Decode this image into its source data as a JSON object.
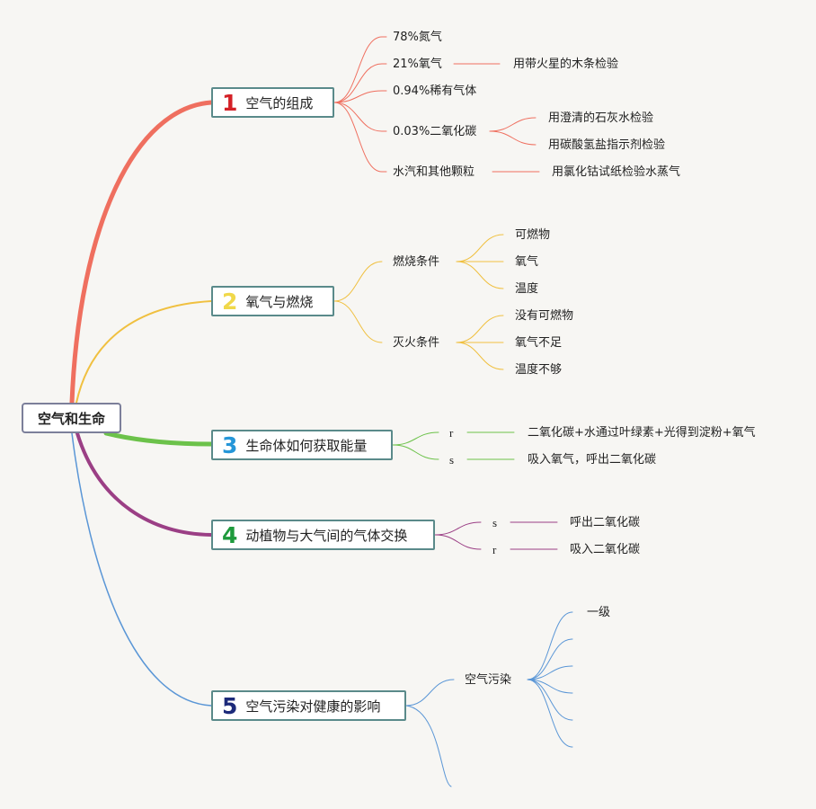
{
  "root": "空气和生命",
  "colors": {
    "branch1": "#ef6f5f",
    "branch2": "#f0c040",
    "branch3": "#6cc24a",
    "branch4": "#9b3f85",
    "branch5": "#5a96d6",
    "num1": "#d42127",
    "num2": "#f0d84a",
    "num3": "#2596d8",
    "num4": "#1e9a3c",
    "num5": "#1c2a7a"
  },
  "branches": [
    {
      "num": "1",
      "title": "空气的组成",
      "items": [
        {
          "label": "78%氮气"
        },
        {
          "label": "21%氧气",
          "children": [
            "用带火星的木条检验"
          ]
        },
        {
          "label": "0.94%稀有气体"
        },
        {
          "label": "0.03%二氧化碳",
          "children": [
            "用澄清的石灰水检验",
            "用碳酸氢盐指示剂检验"
          ]
        },
        {
          "label": "水汽和其他颗粒",
          "children": [
            "用氯化钴试纸检验水蒸气"
          ]
        }
      ]
    },
    {
      "num": "2",
      "title": "氧气与燃烧",
      "items": [
        {
          "label": "燃烧条件",
          "children": [
            "可燃物",
            "氧气",
            "温度"
          ]
        },
        {
          "label": "灭火条件",
          "children": [
            "没有可燃物",
            "氧气不足",
            "温度不够"
          ]
        }
      ]
    },
    {
      "num": "3",
      "title": "生命体如何获取能量",
      "items": [
        {
          "label": "r",
          "children": [
            "二氧化碳+水通过叶绿素+光得到淀粉+氧气"
          ]
        },
        {
          "label": "s",
          "children": [
            "吸入氧气，呼出二氧化碳"
          ]
        }
      ]
    },
    {
      "num": "4",
      "title": "动植物与大气间的气体交换",
      "items": [
        {
          "label": "s",
          "children": [
            "呼出二氧化碳"
          ]
        },
        {
          "label": "r",
          "children": [
            "吸入二氧化碳"
          ]
        }
      ]
    },
    {
      "num": "5",
      "title": "空气污染对健康的影响",
      "items": [
        {
          "label": "空气污染",
          "children": [
            "一级",
            "",
            "",
            "",
            "",
            ""
          ]
        },
        {
          "label": ""
        }
      ]
    }
  ]
}
